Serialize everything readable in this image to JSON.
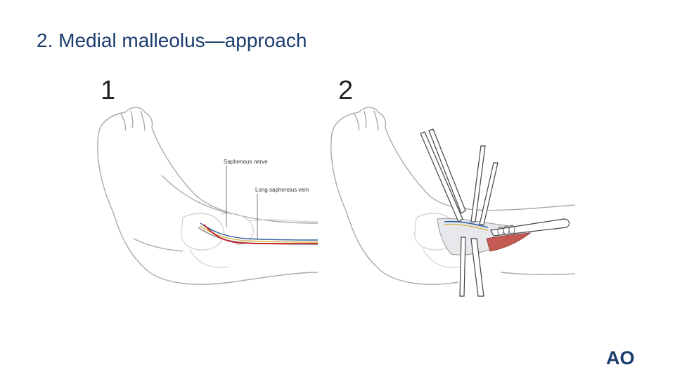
{
  "slide": {
    "title": "2. Medial malleolus—approach"
  },
  "figures": [
    {
      "number": "1",
      "labels": {
        "nerve": "Saphenous nerve",
        "vein": "Long saphenous vein"
      }
    },
    {
      "number": "2"
    }
  ],
  "logo": {
    "text": "AO",
    "color": "#1b3d6e"
  },
  "colors": {
    "title": "#1b3d6e",
    "incision": "#c0181f",
    "vein": "#2f5fa0",
    "nerve": "#d8b34a"
  }
}
